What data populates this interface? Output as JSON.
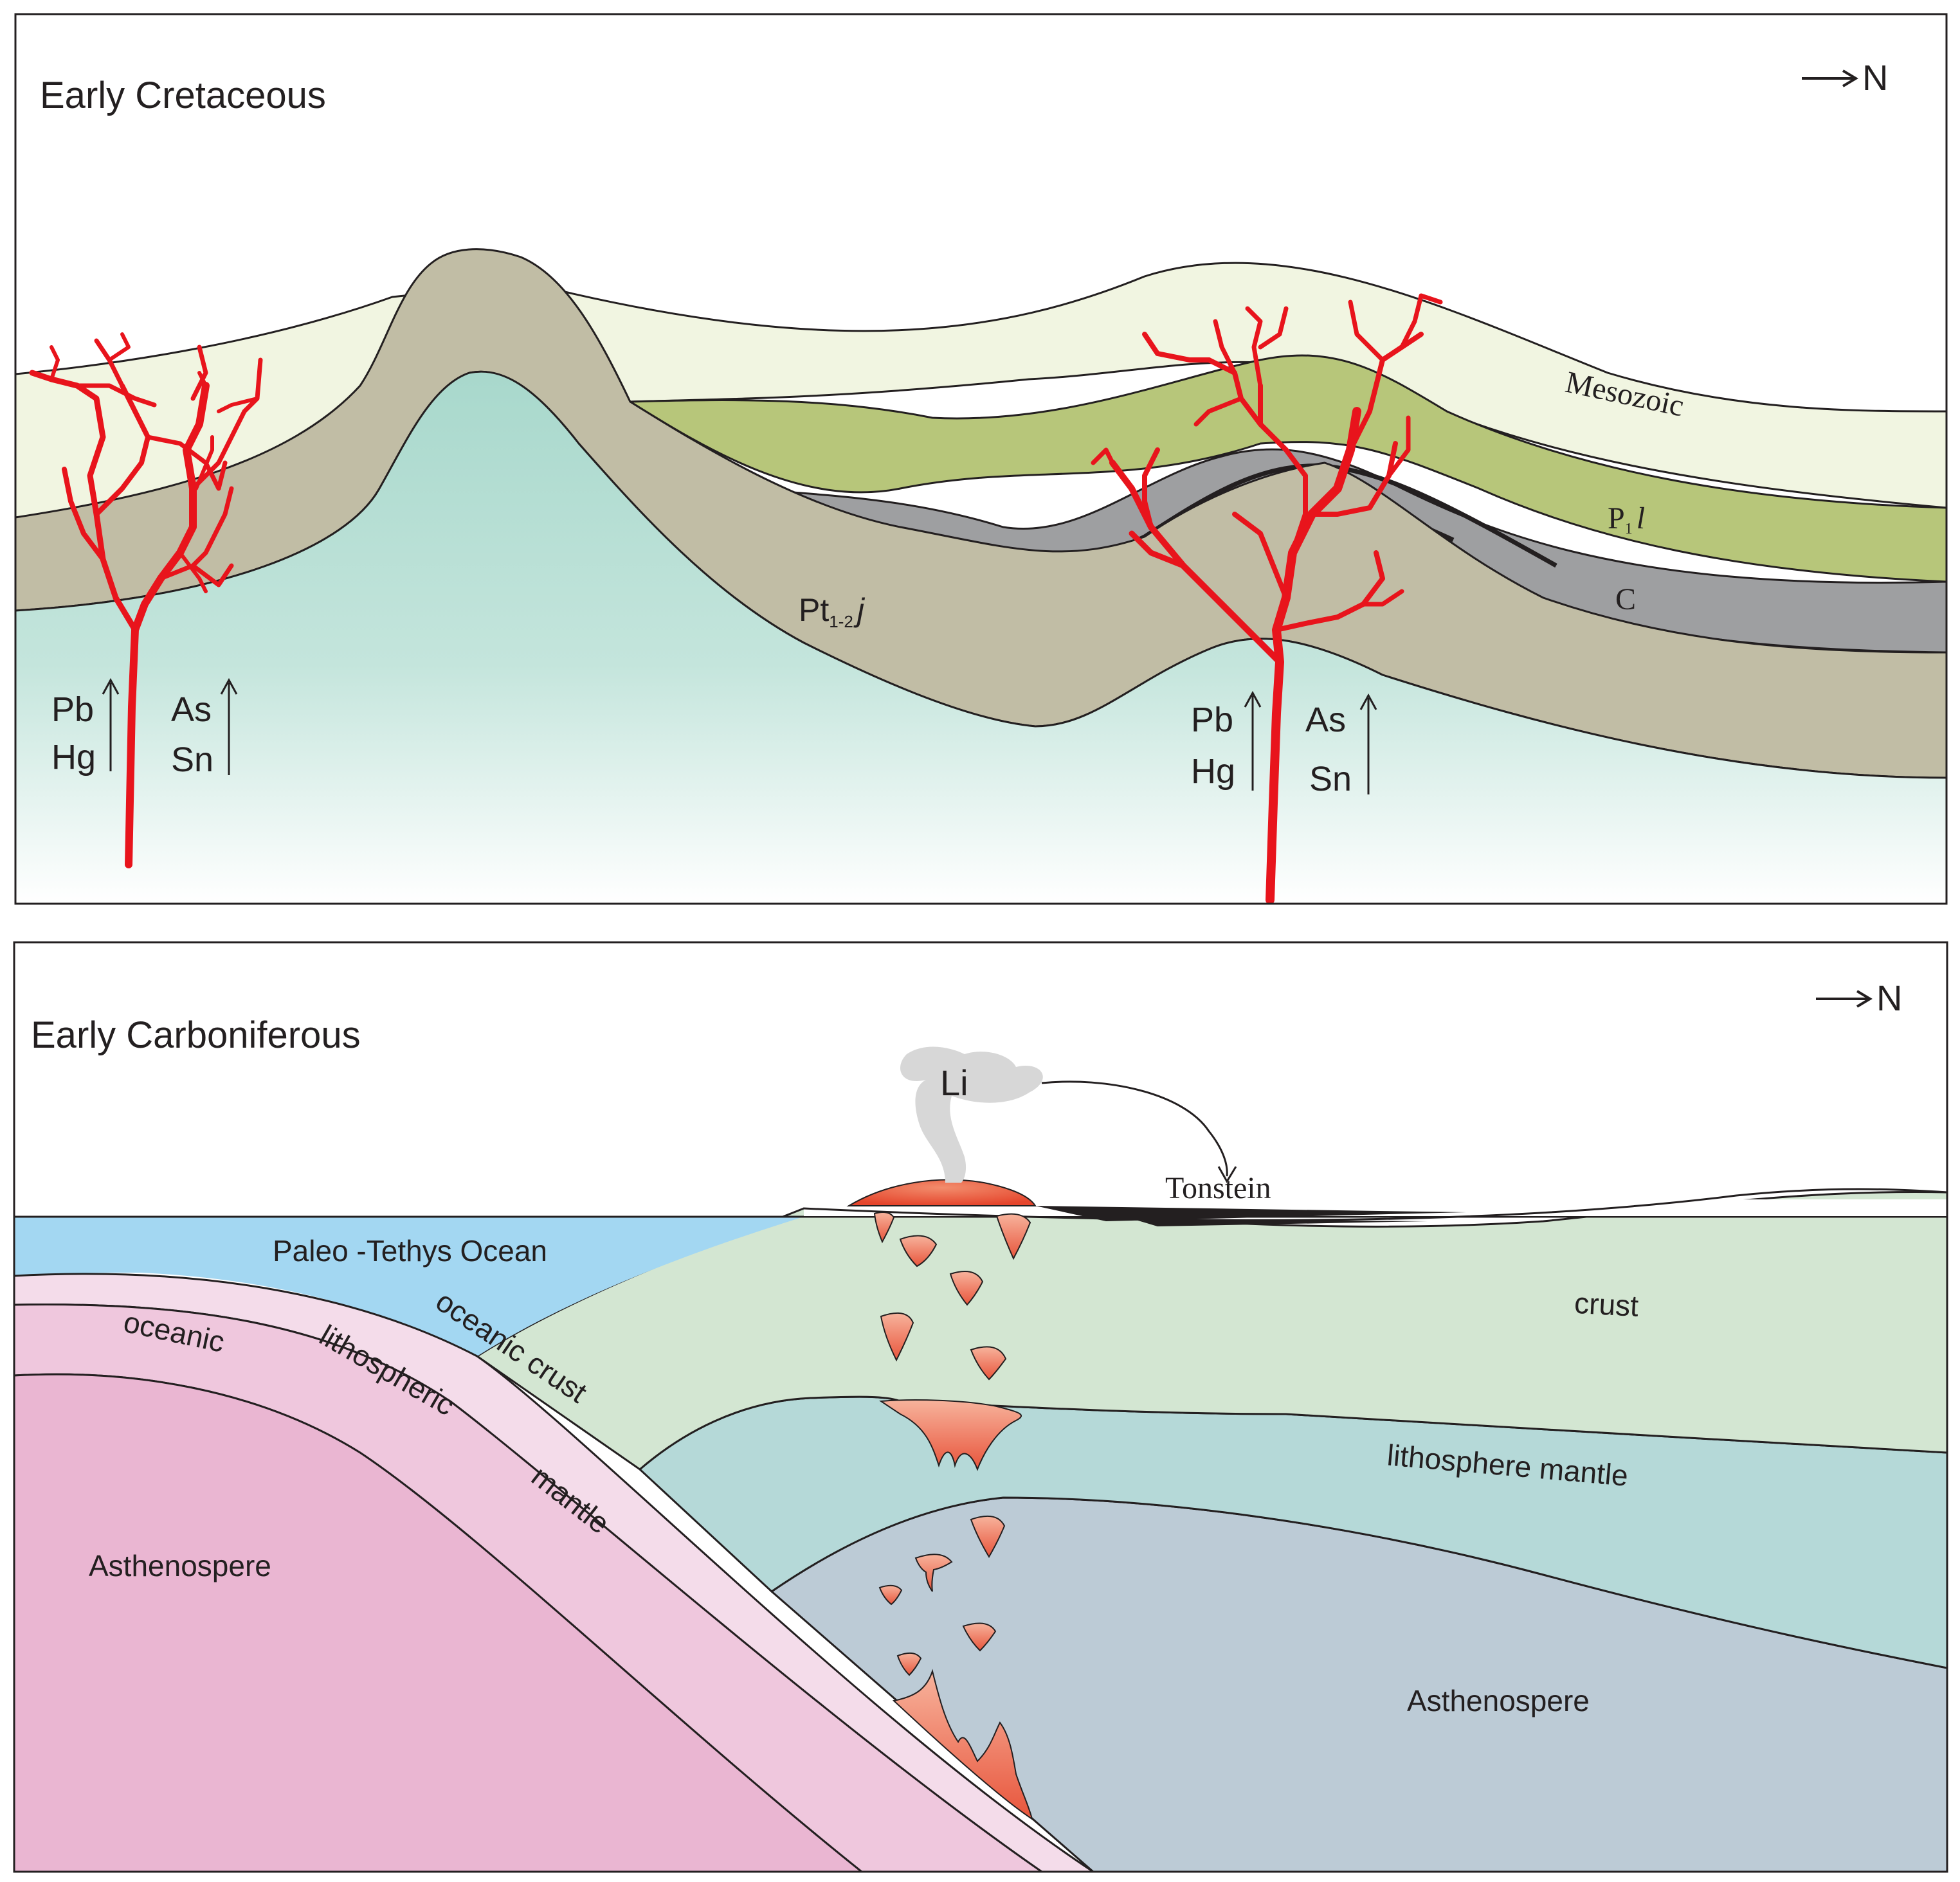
{
  "panels": {
    "top": {
      "title": "Early Cretaceous",
      "north_label": "N",
      "layers": {
        "mesozoic": "Mesozoic",
        "p1l": {
          "main": "P",
          "sub": "1",
          "italic": "l"
        },
        "c": "C",
        "pt": {
          "main": "Pt",
          "sub": "1-2",
          "italic": "j"
        }
      },
      "elements": {
        "left": {
          "pb": "Pb",
          "hg": "Hg",
          "as": "As",
          "sn": "Sn"
        },
        "right": {
          "pb": "Pb",
          "hg": "Hg",
          "as": "As",
          "sn": "Sn"
        }
      },
      "colors": {
        "mesozoic": "#f1f5e1",
        "p1l": "#b7c67a",
        "coal_c": "#9e9fa1",
        "pt": "#c1bda5",
        "basement": "#a8d8cc",
        "veins": "#e8141c"
      }
    },
    "bottom": {
      "title": "Early Carboniferous",
      "north_label": "N",
      "labels": {
        "li": "Li",
        "tonstein": "Tonstein",
        "ocean": "Paleo -Tethys Ocean",
        "crust": "crust",
        "lithosphere_mantle": "lithosphere mantle",
        "asthenosphere_right": "Asthenospere",
        "asthenosphere_left": "Asthenospere",
        "oceanic": "oceanic",
        "lithospheric": "lithospheric",
        "mantle": "mantle",
        "oceanic_crust": "oceanic crust"
      },
      "colors": {
        "ocean": "#a3d7f2",
        "crust": "#d3e6d2",
        "lithosphere_mantle": "#b5d9d8",
        "asthenosphere": "#bccbd6",
        "slab_crust": "#f4dcea",
        "slab_mantle": "#efc7dd",
        "asthenosphere_left": "#eab6d2",
        "magma": "#e8553c"
      }
    }
  }
}
